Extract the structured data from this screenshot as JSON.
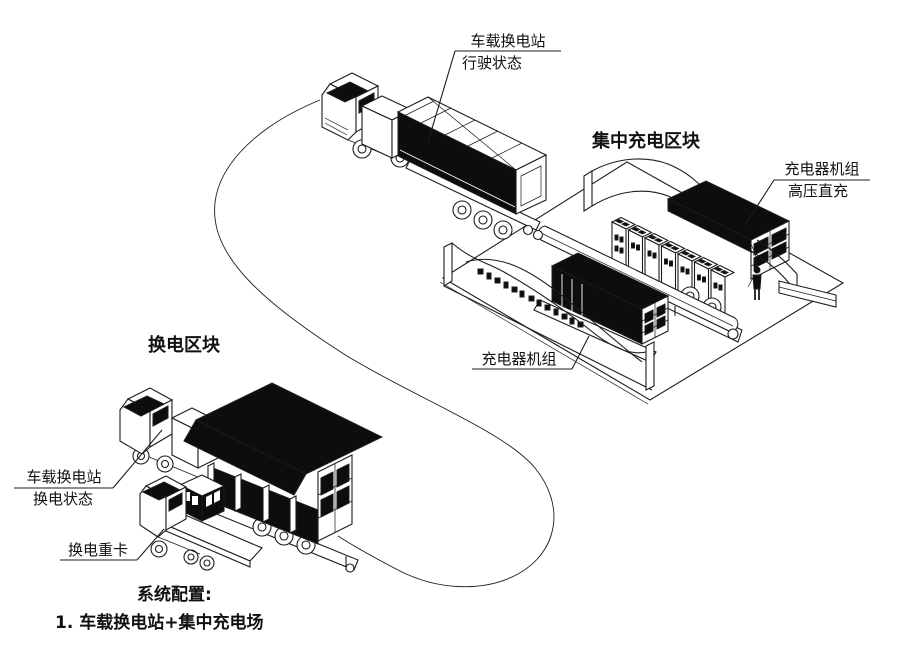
{
  "colors": {
    "line": "#1c1c1c",
    "dark_fill": "#0d0d0d",
    "background": "#ffffff"
  },
  "annotations": {
    "driving_station_line1": "车载换电站",
    "driving_station_line2": "行驶状态",
    "central_charging_zone": "集中充电区块",
    "charger_hv_line1": "充电器机组",
    "charger_hv_line2": "高压直充",
    "charger_unit": "充电器机组",
    "swap_zone": "换电区块",
    "swap_station_line1": "车载换电站",
    "swap_station_line2": "换电状态",
    "swap_truck": "换电重卡",
    "system_config_title": "系统配置:",
    "system_config_item1": "1. 车载换电站+集中充电场"
  }
}
